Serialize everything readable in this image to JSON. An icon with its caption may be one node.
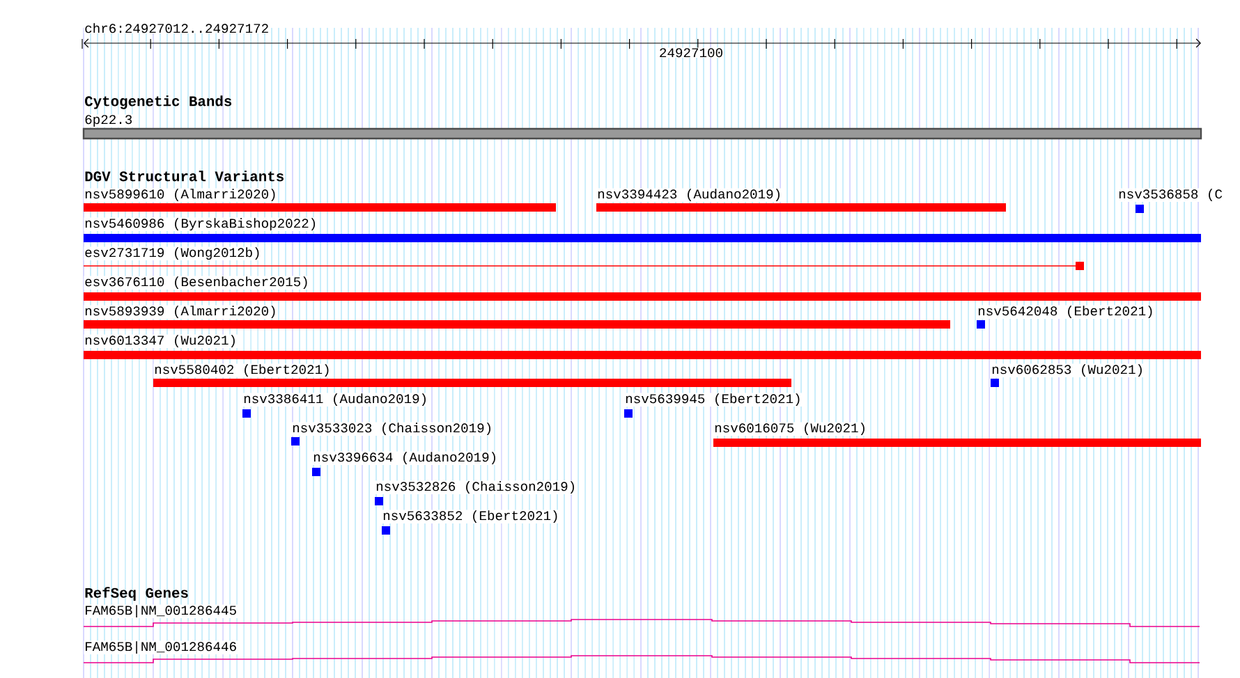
{
  "diagram": {
    "nodes": [
      {
        "text": [
          "6p22.3"
        ]
      },
      {
        "text": [
          "nsv5899610 (Almarri2020)"
        ]
      },
      {
        "text": [
          "nsv3394423 (Audano2019)"
        ]
      },
      {
        "text": [
          "nsv3536858 (C"
        ]
      },
      {
        "text": [
          "nsv5460986 (ByrskaBishop2022)"
        ]
      },
      {
        "text": [
          "esv2731719 (Wong2012b)"
        ]
      },
      {
        "text": [
          "esv3676110 (Besenbacher2015)"
        ]
      },
      {
        "text": [
          "nsv5893939 (Almarri2020)"
        ]
      },
      {
        "text": [
          "nsv5642048 (Ebert2021)"
        ]
      },
      {
        "text": [
          "nsv6013347 (Wu2021)"
        ]
      },
      {
        "text": [
          "nsv5580402 (Ebert2021)"
        ]
      },
      {
        "text": [
          "nsv6062853 (Wu2021)"
        ]
      },
      {
        "text": [
          "nsv3386411 (Audano2019)"
        ]
      },
      {
        "text": [
          "nsv5639945 (Ebert2021)"
        ]
      },
      {
        "text": [
          "nsv3533023 (Chaisson2019)"
        ]
      },
      {
        "text": [
          "nsv6016075 (Wu2021)"
        ]
      },
      {
        "text": [
          "nsv3396634 (Audano2019)"
        ]
      },
      {
        "text": [
          "nsv3532826 (Chaisson2019)"
        ]
      },
      {
        "text": [
          "nsv5633852 (Ebert2021)"
        ]
      },
      {
        "text": [
          "FAM65B|NM_001286445"
        ]
      },
      {
        "text": [
          "FAM65B|NM_001286446"
        ]
      }
    ],
    "labels": [
      "chr6:24927012..24927172",
      "24927100",
      "Cytogenetic Bands",
      "DGV Structural Variants",
      "RefSeq Genes"
    ]
  }
}
